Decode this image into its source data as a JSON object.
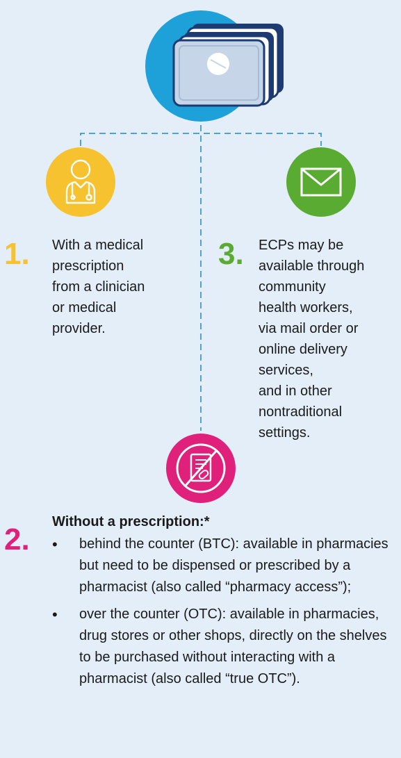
{
  "colors": {
    "background": "#e4eef9",
    "pack_circle": "#1ea0d8",
    "step1": "#f7c22f",
    "step2": "#e0217b",
    "step3": "#5aab32",
    "connector": "#1e88c8"
  },
  "icons": {
    "top": "pill-pack-icon",
    "step1": "doctor-icon",
    "step2": "no-prescription-icon",
    "step3": "envelope-icon"
  },
  "step1": {
    "number": "1.",
    "text": "With a medical\nprescription\nfrom a clinician\nor medical\nprovider."
  },
  "step3": {
    "number": "3.",
    "text": "ECPs may be\navailable through\ncommunity\nhealth workers,\nvia mail order or\nonline delivery\nservices,\nand in other\nnontraditional\nsettings."
  },
  "step2": {
    "number": "2.",
    "heading": "Without a prescription:*",
    "bullets": [
      "behind the counter (BTC): available in pharmacies but need to be dispensed or prescribed by a pharmacist (also called “pharmacy access”);",
      "over the counter (OTC): available in pharmacies, drug stores or other shops, directly on the shelves to be purchased without interacting with a pharmacist (also called “true OTC”)."
    ]
  }
}
